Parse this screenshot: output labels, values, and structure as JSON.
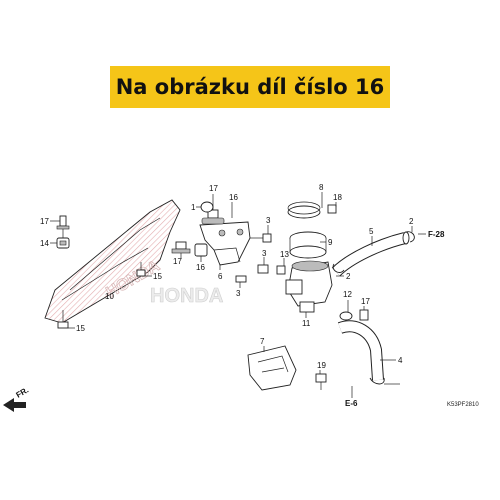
{
  "banner": {
    "text": "Na obrázku díl číslo 16",
    "color": "#f5c518"
  },
  "labels": {
    "p1": "1",
    "p2a": "2",
    "p2b": "2",
    "p3a": "3",
    "p3b": "3",
    "p3c": "3",
    "p4": "4",
    "p5": "5",
    "p6": "6",
    "p7": "7",
    "p8": "8",
    "p9": "9",
    "p10": "10",
    "p11": "11",
    "p12": "12",
    "p13": "13",
    "p14": "14",
    "p15a": "15",
    "p15b": "15",
    "p16a": "16",
    "p16b": "16",
    "p17a": "17",
    "p17b": "17",
    "p17c": "17",
    "p17d": "17",
    "p18": "18",
    "p19": "19"
  },
  "refs": {
    "f28": "F-28",
    "e6": "E-6",
    "fr": "FR."
  },
  "logo_text": "HONDA",
  "diagram_code": "K53PF2810"
}
